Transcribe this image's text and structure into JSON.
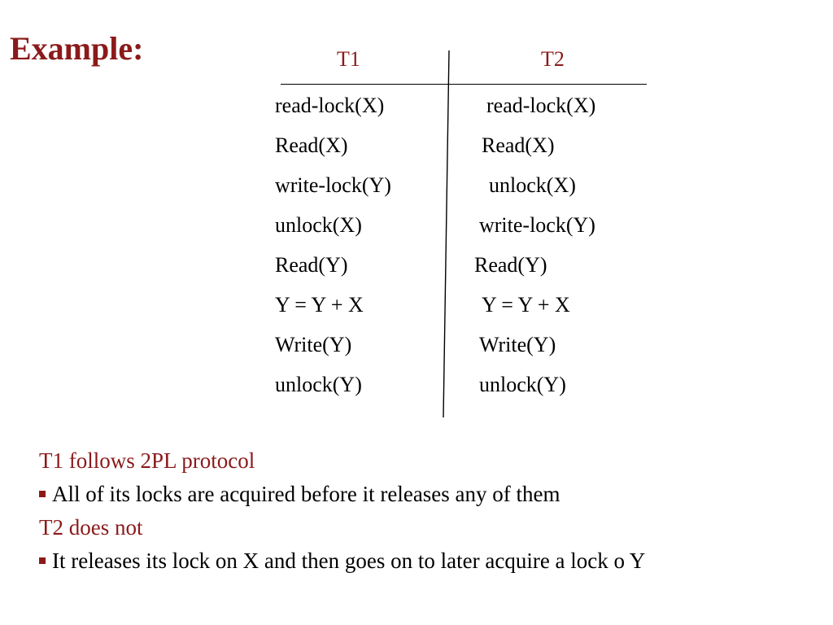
{
  "slide": {
    "title": "Example:"
  },
  "table": {
    "headers": [
      "T1",
      "T2"
    ],
    "rows": [
      [
        "read-lock(X)",
        "read-lock(X)"
      ],
      [
        "Read(X)",
        "Read(X)"
      ],
      [
        "write-lock(Y)",
        "unlock(X)"
      ],
      [
        "unlock(X)",
        "write-lock(Y)"
      ],
      [
        "Read(Y)",
        "Read(Y)"
      ],
      [
        "Y = Y + X",
        "Y = Y + X"
      ],
      [
        "Write(Y)",
        "Write(Y)"
      ],
      [
        "unlock(Y)",
        "unlock(Y)"
      ]
    ]
  },
  "notes": {
    "t1_heading": "T1 follows 2PL protocol",
    "t1_bullet": "All of its locks are acquired before it releases any of them",
    "t2_heading": "T2 does not",
    "t2_bullet": "It releases its lock on X and then goes on to later acquire a lock o Y"
  },
  "colors": {
    "accent": "#8b1a1a",
    "text": "#000000",
    "background": "#ffffff"
  }
}
